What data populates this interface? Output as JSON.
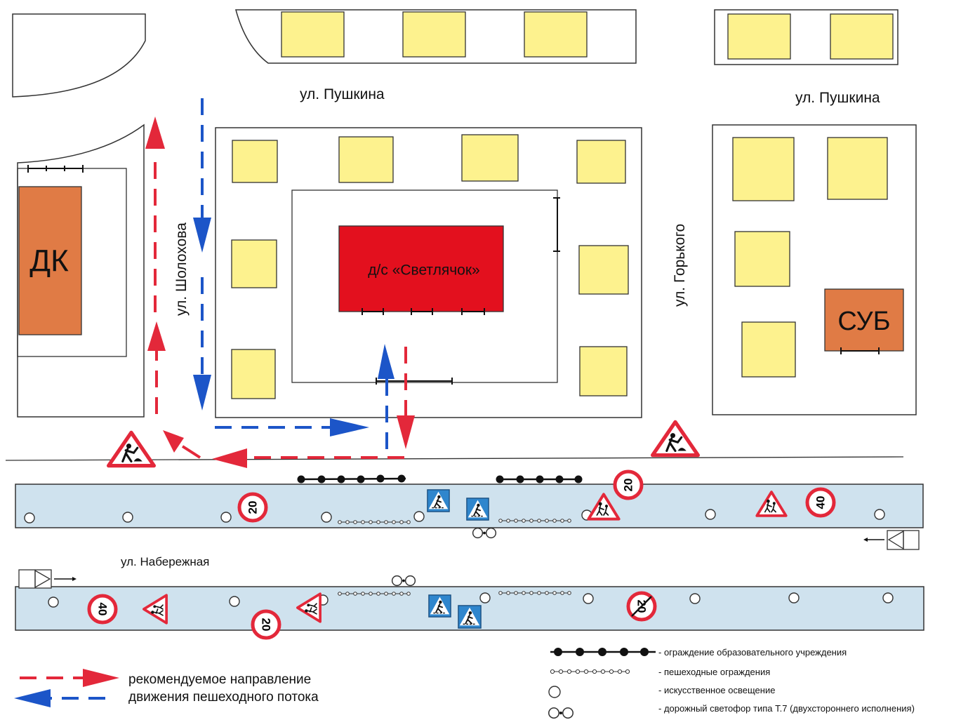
{
  "streets": {
    "pushkina_left": "ул. Пушкина",
    "pushkina_right": "ул. Пушкина",
    "sholokhova": "ул. Шолохова",
    "gorkogo": "ул. Горького",
    "naberezhnaya": "ул. Набережная"
  },
  "places": {
    "dk": "ДК",
    "kindergarten": "д/с «Светлячок»",
    "sub": "СУБ"
  },
  "signs": {
    "speed_20": "20",
    "speed_40": "40"
  },
  "legend": {
    "route_line1": "рекомендуемое направление",
    "route_line2": "движения пешеходного потока",
    "edu_fence": "- ограждение образовательного учреждения",
    "ped_fence": "- пешеходные ограждения",
    "lighting": "- искусственное освещение",
    "traffic_light": "- дорожный светофор типа Т.7 (двухстороннего исполнения)"
  },
  "colors": {
    "route_red": "#e3283a",
    "route_blue": "#1c55c8",
    "kindergarten": "#e3101e",
    "dk_sub": "#e07b45",
    "building": "#fdf28e",
    "road": "#cfe2ee"
  },
  "icons": {
    "road_works": "road-works-sign-icon",
    "children": "children-warning-sign-icon",
    "crossing": "pedestrian-crossing-sign-icon",
    "speed": "speed-limit-sign-icon",
    "traffic_light": "traffic-light-icon",
    "lamp": "street-lamp-icon"
  }
}
